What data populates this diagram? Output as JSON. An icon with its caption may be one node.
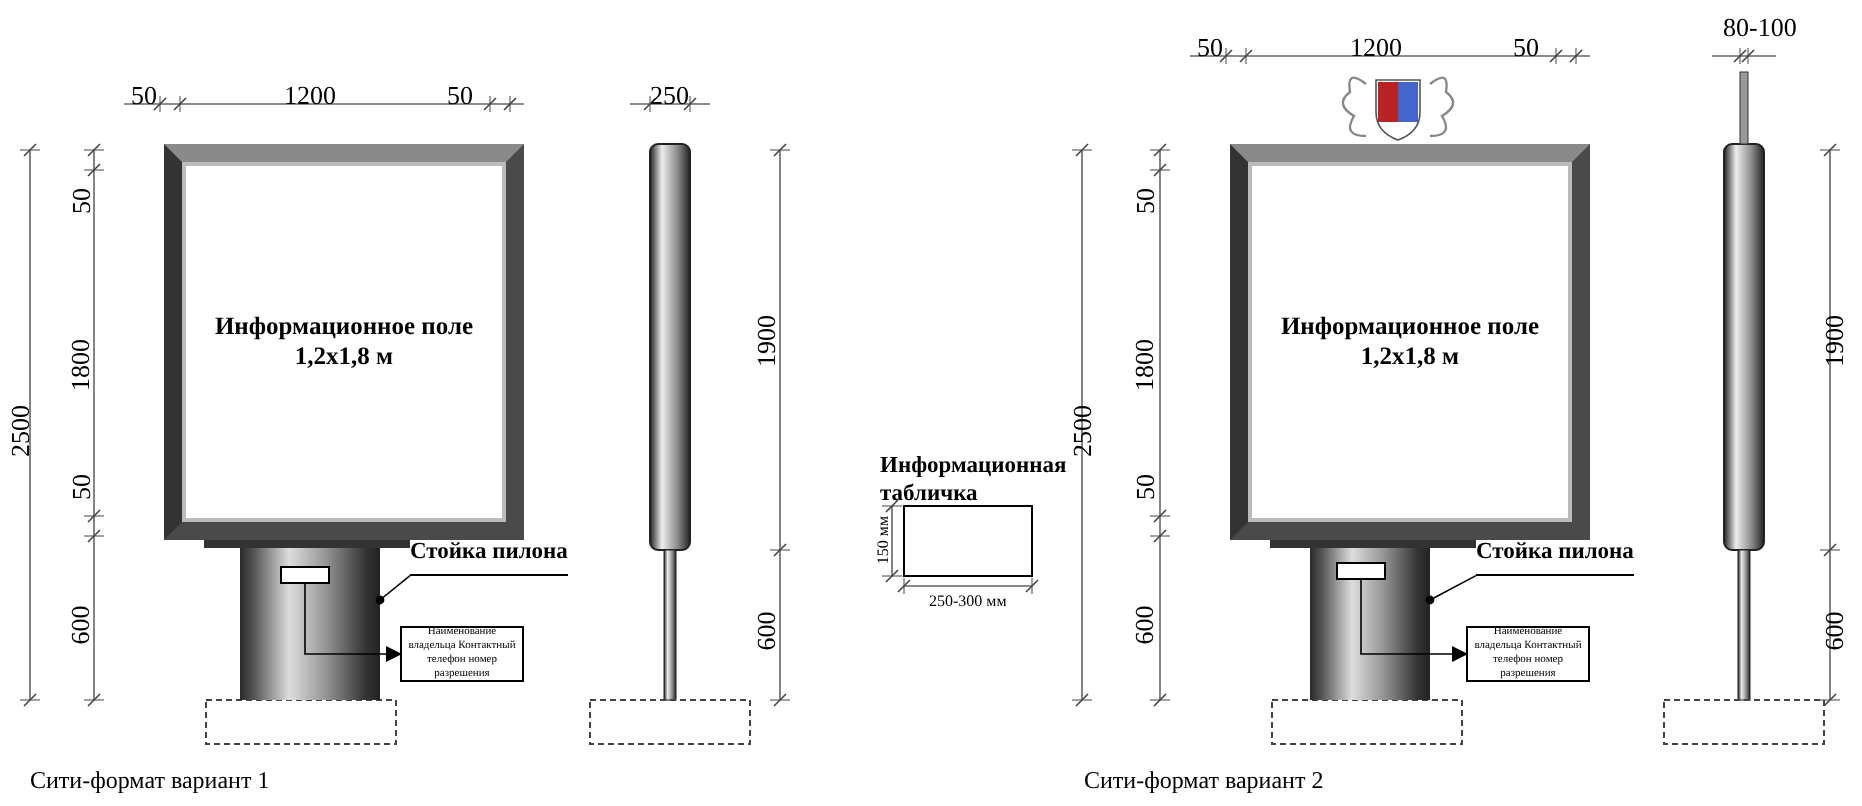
{
  "diagram": {
    "nodes": [
      {
        "text": [
          "Информационное поле 1,2x1,8 м"
        ]
      },
      {
        "text": [
          "Стойка пилона"
        ]
      },
      {
        "text": [],
        "shape": "box"
      },
      {
        "text": [],
        "shape": "box",
        "in": 2
      },
      {
        "text": [
          "Наименование владельца Контактный телефон номер разрешения"
        ]
      },
      {
        "text": [
          "Информационная табличка"
        ]
      },
      {
        "text": [
          "Информационное поле 1,2x1,8 м"
        ]
      },
      {
        "text": [
          "Стойка пилона"
        ]
      },
      {
        "text": [],
        "shape": "box"
      },
      {
        "text": [],
        "shape": "box",
        "in": 8
      },
      {
        "text": [
          "Наименование владельца Контактный телефон номер разрешения"
        ]
      }
    ],
    "edges": [
      {
        "from": 1,
        "to": 2,
        "arrow": "other"
      },
      {
        "from": 3,
        "to": 4,
        "arrow": "to"
      },
      {
        "from": 7,
        "to": 8,
        "arrow": "other"
      },
      {
        "from": 9,
        "to": 10,
        "arrow": "to"
      }
    ],
    "labels": [
      "50",
      "1200",
      "50",
      "250",
      "2500",
      "50",
      "1800",
      "50",
      "600",
      "1900",
      "600",
      "150 мм",
      "250-300 мм",
      "50",
      "1200",
      "50",
      "80-100",
      "2500",
      "50",
      "1800",
      "50",
      "600",
      "1900",
      "600",
      "Сити-формат вариант 1",
      "Сити-формат вариант 2"
    ]
  }
}
